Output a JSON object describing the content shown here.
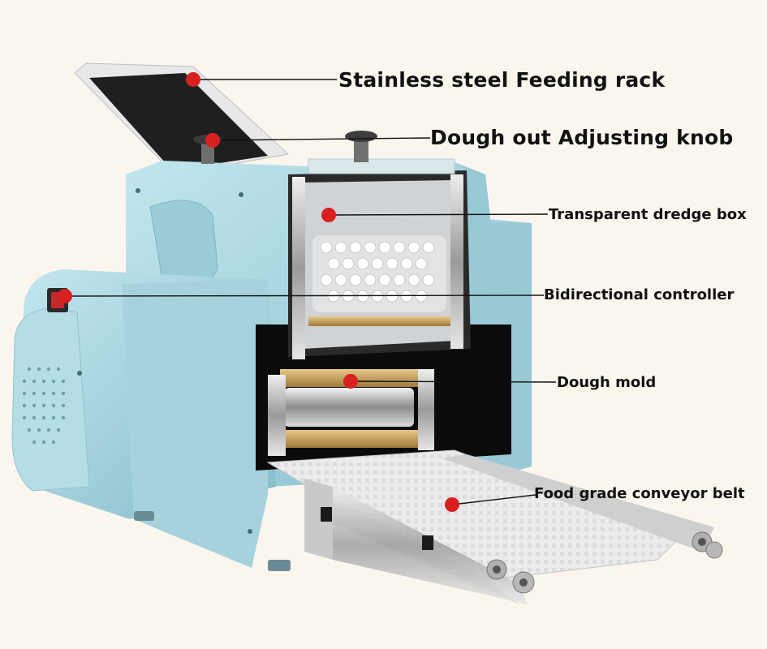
{
  "labels": {
    "feeding_rack": "Stainless steel Feeding rack",
    "adjusting_knob": "Dough out Adjusting knob",
    "dredge_box": "Transparent dredge box",
    "controller": "Bidirectional controller",
    "dough_mold": "Dough mold",
    "conveyor_belt": "Food grade conveyor belt"
  },
  "colors": {
    "background": "#faf6ee",
    "machine_body": "#a9d6e0",
    "machine_shadow": "#7fb3c1",
    "marker": "#d92020",
    "leader_line": "#111111"
  }
}
